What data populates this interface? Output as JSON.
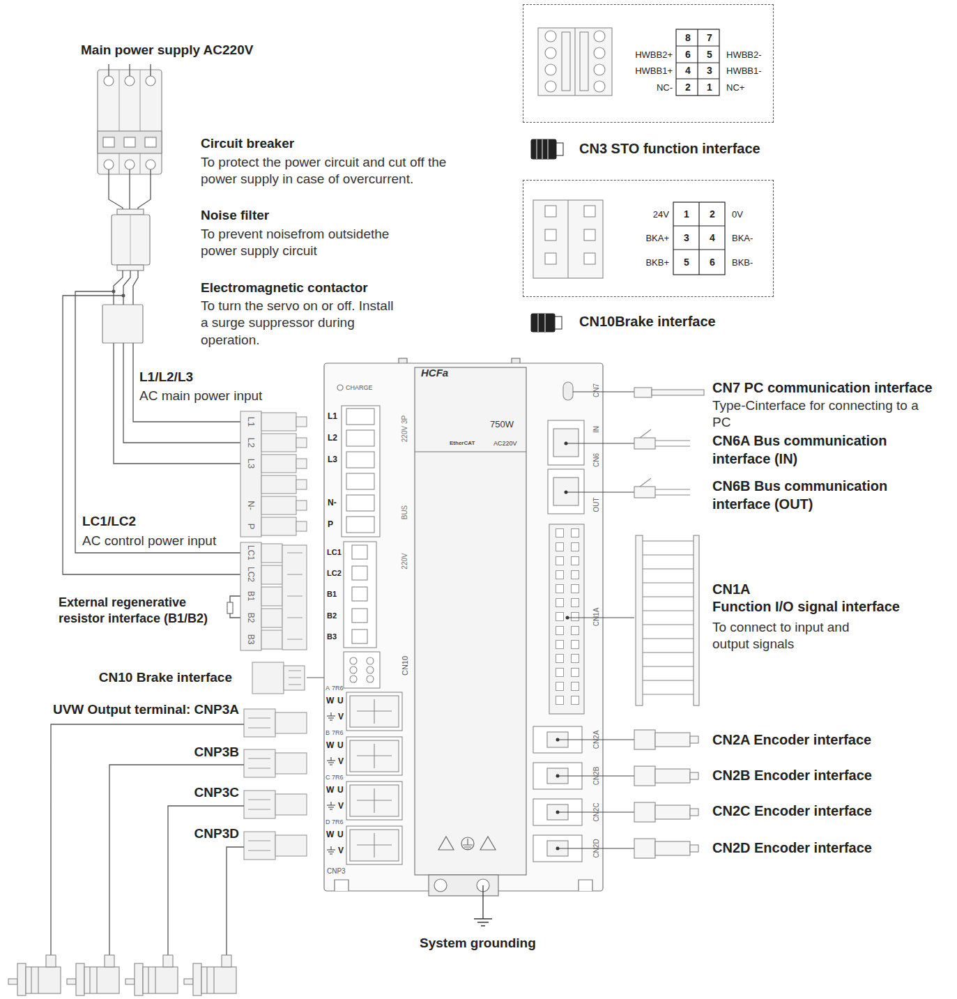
{
  "diagram": {
    "nodes": [
      {
        "text": [
          "CN3 STO function interface"
        ]
      },
      {
        "text": [
          "CN10Brake interface"
        ]
      },
      {
        "text": [
          "HCFa",
          "750W",
          "EtherCAT",
          "AC220V"
        ]
      }
    ],
    "labels": [
      "Main power supply AC220V",
      "Circuit breaker",
      "To protect the power circuit and cut off the power supply in case of overcurrent.",
      "Noise filter",
      "To prevent noisefrom outsidethe power supply circuit",
      "Electromagnetic contactor",
      "To turn the servo on or off. Install a surge suppressor during operation.",
      "L1/L2/L3",
      "AC main power input",
      "LC1/LC2",
      "AC control power input",
      "External regenerative resistor interface (B1/B2)",
      "CN10 Brake interface",
      "UVW Output terminal: CNP3A",
      "CNP3B",
      "CNP3C",
      "CNP3D",
      "System grounding",
      "CN7 PC communication interface",
      "Type-Cinterface for connecting to a PC",
      "CN6A Bus communication interface (IN)",
      "CN6B Bus communication interface (OUT)",
      "CN1A",
      "Function I/O signal interface",
      "To connect to input and output signals",
      "CN2A Encoder interface",
      "CN2B Encoder interface",
      "CN2C Encoder interface",
      "CN2D Encoder interface",
      "8",
      "7",
      "HWBB2+",
      "6",
      "5",
      "HWBB2-",
      "HWBB1+",
      "4",
      "3",
      "HWBB1-",
      "NC-",
      "2",
      "1",
      "NC+",
      "24V",
      "1",
      "2",
      "0V",
      "BKA+",
      "3",
      "4",
      "BKA-",
      "BKB+",
      "5",
      "6",
      "BKB-",
      "L1",
      "L2",
      "L3",
      "N-",
      "P",
      "LC1",
      "LC2",
      "B1",
      "B2",
      "B3",
      "CHARGE",
      "L1",
      "L2",
      "L3",
      "N-",
      "P",
      "220V 3P",
      "BUS",
      "LC1",
      "LC2",
      "B1",
      "B2",
      "B3",
      "220V",
      "CN10",
      "A",
      "7R6",
      "W",
      "U",
      "V",
      "B",
      "7R6",
      "W",
      "U",
      "V",
      "C",
      "7R6",
      "W",
      "U",
      "V",
      "D",
      "7R6",
      "W",
      "U",
      "V",
      "CNP3",
      "CN7",
      "IN",
      "CN6",
      "OUT",
      "CN1A",
      "CN2A",
      "CN2B",
      "CN2C",
      "CN2D"
    ]
  }
}
